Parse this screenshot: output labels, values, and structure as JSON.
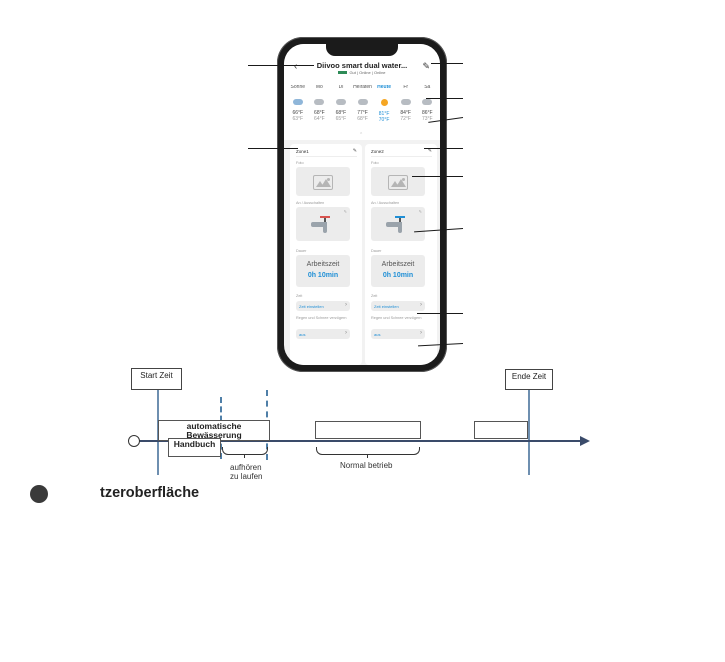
{
  "app": {
    "title": "Diivoo smart dual water...",
    "status": "Gut | Online | Online"
  },
  "weather": {
    "days": [
      {
        "name": "Sonne",
        "icon": "rain-cloud-icon",
        "hi": "66°F",
        "lo": "63°F",
        "today": false
      },
      {
        "name": "Mo",
        "icon": "cloud-icon",
        "hi": "68°F",
        "lo": "64°F",
        "today": false
      },
      {
        "name": "Di",
        "icon": "cloud-icon",
        "hi": "68°F",
        "lo": "65°F",
        "today": false
      },
      {
        "name": "Heiraten",
        "icon": "cloud-icon",
        "hi": "77°F",
        "lo": "68°F",
        "today": false
      },
      {
        "name": "Heute",
        "icon": "sun-icon",
        "hi": "81°F",
        "lo": "70°F",
        "today": true
      },
      {
        "name": "Fr",
        "icon": "cloud-icon",
        "hi": "84°F",
        "lo": "72°F",
        "today": false
      },
      {
        "name": "Sa",
        "icon": "cloud-icon",
        "hi": "86°F",
        "lo": "73°F",
        "today": false
      }
    ]
  },
  "zones": [
    {
      "name": "Zone1",
      "photo_label": "Foto",
      "switch_label": "An / Ausschalten",
      "duration_label": "Dauer",
      "work_text": "Arbeitszeit",
      "work_time": "0h 10min",
      "time_label": "Zeit",
      "time_button": "Zeit einstellen",
      "rain_label": "Regen und Schnee verzögern",
      "rain_value": "aus",
      "tap_color": "red"
    },
    {
      "name": "Zone2",
      "photo_label": "Foto",
      "switch_label": "An / Ausschalten",
      "duration_label": "Dauer",
      "work_text": "Arbeitszeit",
      "work_time": "0h 10min",
      "time_label": "Zeit",
      "time_button": "Zeit einstellen",
      "rain_label": "Regen und Schnee verzögern",
      "rain_value": "aus",
      "tap_color": "blue"
    }
  ],
  "timeline": {
    "start_label": "Start Zeit",
    "end_label": "Ende Zeit",
    "auto_watering": "automatische Bewässerung",
    "manual": "Handbuch",
    "stop_running": "aufhören zu laufen",
    "normal_operation": "Normal betrieb"
  },
  "section_title": "tzeroberfläche",
  "colors": {
    "accent": "#1f8fd6",
    "timeline_axis": "#3a4b6a",
    "marker_line": "#6e8fb0"
  }
}
